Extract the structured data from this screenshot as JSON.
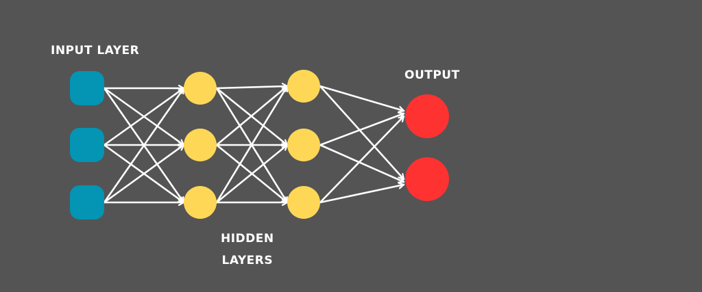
{
  "labels": {
    "input": "INPUT LAYER",
    "hidden_line1": "HIDDEN",
    "hidden_line2": "LAYERS",
    "output": "OUTPUT"
  },
  "layers": [
    {
      "name": "input",
      "nodes": 3,
      "shape": "rounded-square",
      "color": "#0395b3"
    },
    {
      "name": "hidden-1",
      "nodes": 3,
      "shape": "circle",
      "color": "#fed757"
    },
    {
      "name": "hidden-2",
      "nodes": 3,
      "shape": "circle",
      "color": "#fed757"
    },
    {
      "name": "output",
      "nodes": 2,
      "shape": "circle",
      "color": "#ff3232"
    }
  ],
  "connections": "fully-connected",
  "colors": {
    "background": "#545454",
    "edge": "#ffffff",
    "text": "#ffffff"
  }
}
